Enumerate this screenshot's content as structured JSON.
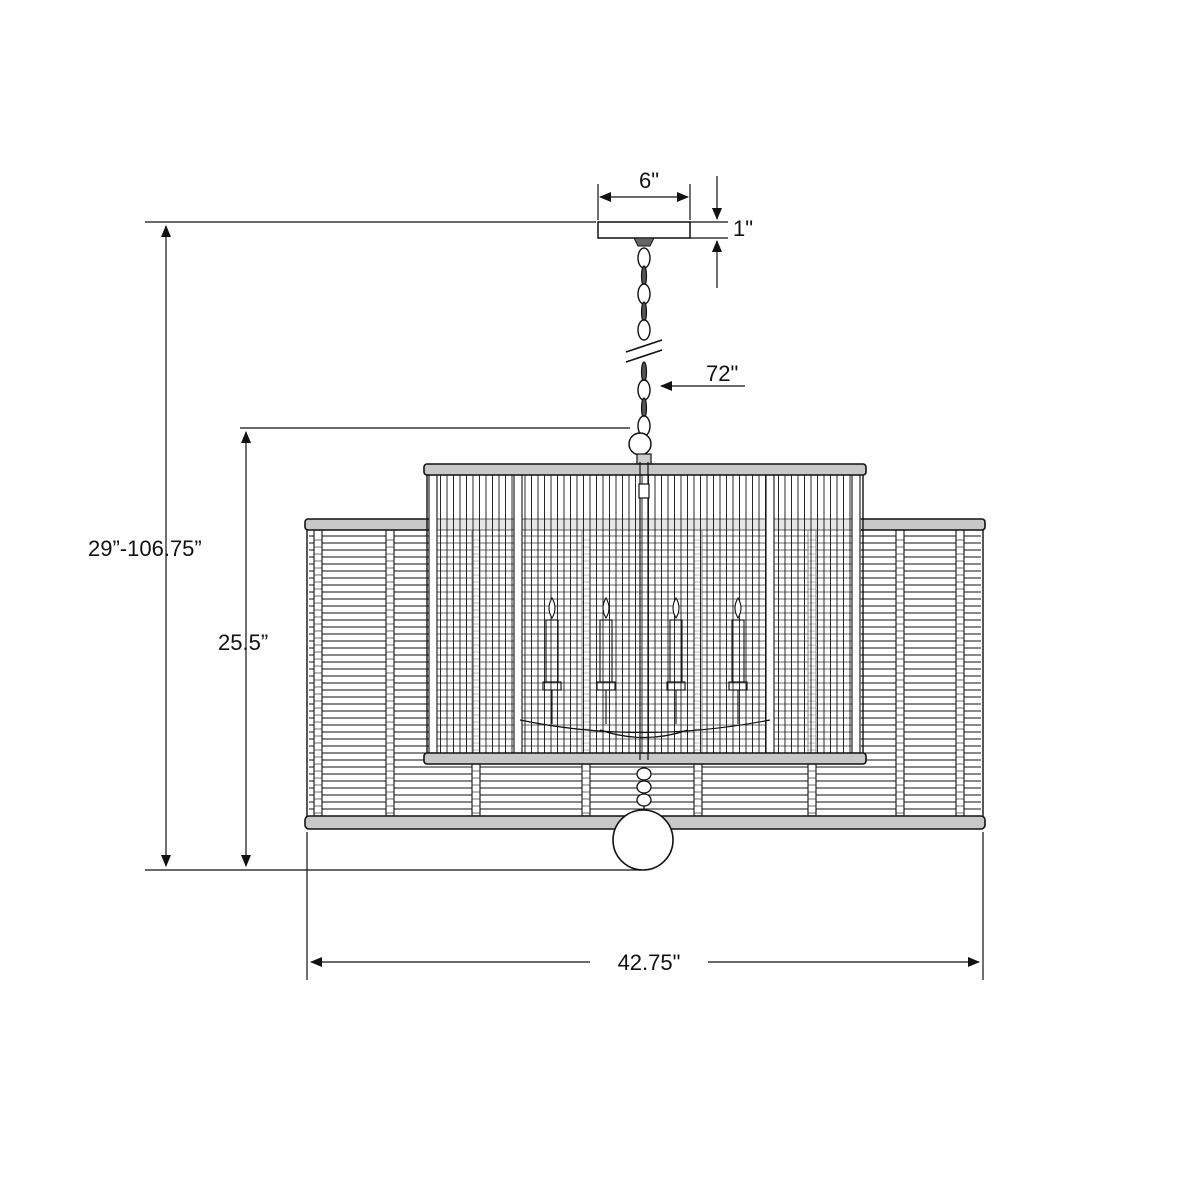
{
  "dimensions": {
    "canopy_width": "6\"",
    "canopy_height": "1\"",
    "chain_length": "72\"",
    "overall_height": "29”-106.75”",
    "fixture_height": "25.5”",
    "fixture_width": "42.75\""
  },
  "colors": {
    "line": "#111111",
    "background": "#ffffff"
  },
  "candle_count": 4
}
